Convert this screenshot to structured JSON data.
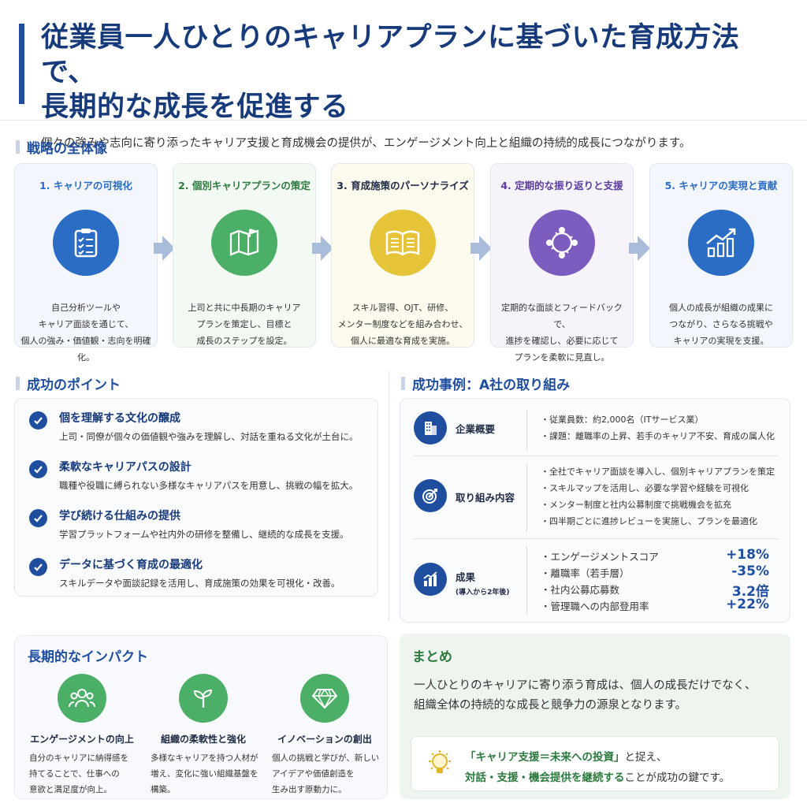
{
  "header": {
    "title_line1": "従業員一人ひとりのキャリアプランに基づいた育成方法で、",
    "title_line2": "長期的な成長を促進する",
    "subtitle": "個々の強みや志向に寄り添ったキャリア支援と育成機会の提供が、エンゲージメント向上と組織の持続的成長につながります。"
  },
  "strategy": {
    "title": "戦略の全体像",
    "steps": [
      {
        "title": "1. キャリアの可視化",
        "icon": "clipboard-checklist-icon",
        "color": "#2b6cc4",
        "bg": "#f3f7fd",
        "title_color": "#2b6cc4",
        "desc": [
          "自己分析ツールや",
          "キャリア面談を通じて、",
          "個人の強み・価値観・志向を明確化。"
        ]
      },
      {
        "title": "2. 個別キャリアプランの策定",
        "icon": "map-flag-icon",
        "color": "#4caf67",
        "bg": "#f3f9f3",
        "title_color": "#2d7a3e",
        "desc": [
          "上司と共に中長期のキャリア",
          "プランを策定し、目標と",
          "成長のステップを設定。"
        ]
      },
      {
        "title": "3. 育成施策のパーソナライズ",
        "icon": "open-book-icon",
        "color": "#e6c43a",
        "bg": "#fdfaee",
        "title_color": "#1f2a44",
        "desc": [
          "スキル習得、OJT、研修、",
          "メンター制度などを組み合わせ、",
          "個人に最適な育成を実施。"
        ]
      },
      {
        "title": "4. 定期的な振り返りと支援",
        "icon": "people-cycle-icon",
        "color": "#7d5cc0",
        "bg": "#f6f3fb",
        "title_color": "#5b3d9e",
        "desc": [
          "定期的な面談とフィードバックで、",
          "進捗を確認し、必要に応じて",
          "プランを柔軟に見直し。"
        ]
      },
      {
        "title": "5. キャリアの実現と貢献",
        "icon": "growth-chart-icon",
        "color": "#2b6cc4",
        "bg": "#f3f7fd",
        "title_color": "#2b6cc4",
        "desc": [
          "個人の成長が組織の成果に",
          "つながり、さらなる挑戦や",
          "キャリアの実現を支援。"
        ]
      }
    ]
  },
  "success_points": {
    "title": "成功のポイント",
    "items": [
      {
        "title": "個を理解する文化の醸成",
        "desc": "上司・同僚が個々の価値観や強みを理解し、対話を重ねる文化が土台に。"
      },
      {
        "title": "柔軟なキャリアパスの設計",
        "desc": "職種や役職に縛られない多様なキャリアパスを用意し、挑戦の幅を拡大。"
      },
      {
        "title": "学び続ける仕組みの提供",
        "desc": "学習プラットフォームや社内外の研修を整備し、継続的な成長を支援。"
      },
      {
        "title": "データに基づく育成の最適化",
        "desc": "スキルデータや面談記録を活用し、育成施策の効果を可視化・改善。"
      }
    ]
  },
  "case_study": {
    "title": "成功事例：A社の取り組み",
    "overview": {
      "label": "企業概要",
      "items": [
        "従業員数：約2,000名（ITサービス業）",
        "課題：離職率の上昇、若手のキャリア不安、育成の属人化"
      ]
    },
    "actions": {
      "label": "取り組み内容",
      "items": [
        "全社でキャリア面談を導入し、個別キャリアプランを策定",
        "スキルマップを活用し、必要な学習や経験を可視化",
        "メンター制度と社内公募制度で挑戦機会を拡充",
        "四半期ごとに進捗レビューを実施し、プランを最適化"
      ]
    },
    "results": {
      "label": "成果",
      "note": "(導入から2年後)",
      "items": [
        {
          "name": "エンゲージメントスコア",
          "value": "+18%"
        },
        {
          "name": "離職率（若手層）",
          "value": "-35%"
        },
        {
          "name": "社内公募応募数",
          "value": "3.2倍"
        },
        {
          "name": "管理職への内部登用率",
          "value": "+22%"
        }
      ]
    }
  },
  "impact": {
    "title": "長期的なインパクト",
    "items": [
      {
        "title": "エンゲージメントの向上",
        "icon": "group-people-icon",
        "desc": [
          "自分のキャリアに納得感を",
          "持てることで、仕事への",
          "意欲と満足度が向上。"
        ]
      },
      {
        "title": "組織の柔軟性と強化",
        "icon": "sprout-icon",
        "desc": [
          "多様なキャリアを持つ人材が",
          "増え、変化に強い組織基盤を",
          "構築。"
        ]
      },
      {
        "title": "イノベーションの創出",
        "icon": "diamond-icon",
        "desc": [
          "個人の挑戦と学びが、新しい",
          "アイデアや価値創造を",
          "生み出す原動力に。"
        ]
      }
    ]
  },
  "summary": {
    "title": "まとめ",
    "line1": "一人ひとりのキャリアに寄り添う育成は、個人の成長だけでなく、",
    "line2": "組織全体の持続的な成長と競争力の源泉となります。",
    "box_line1_hl": "「キャリア支援＝未来への投資」",
    "box_line1_rest": "と捉え、",
    "box_line2_hl": "対話・支援・機会提供を継続する",
    "box_line2_rest": "ことが成功の鍵です。",
    "icon": "lightbulb-icon"
  }
}
